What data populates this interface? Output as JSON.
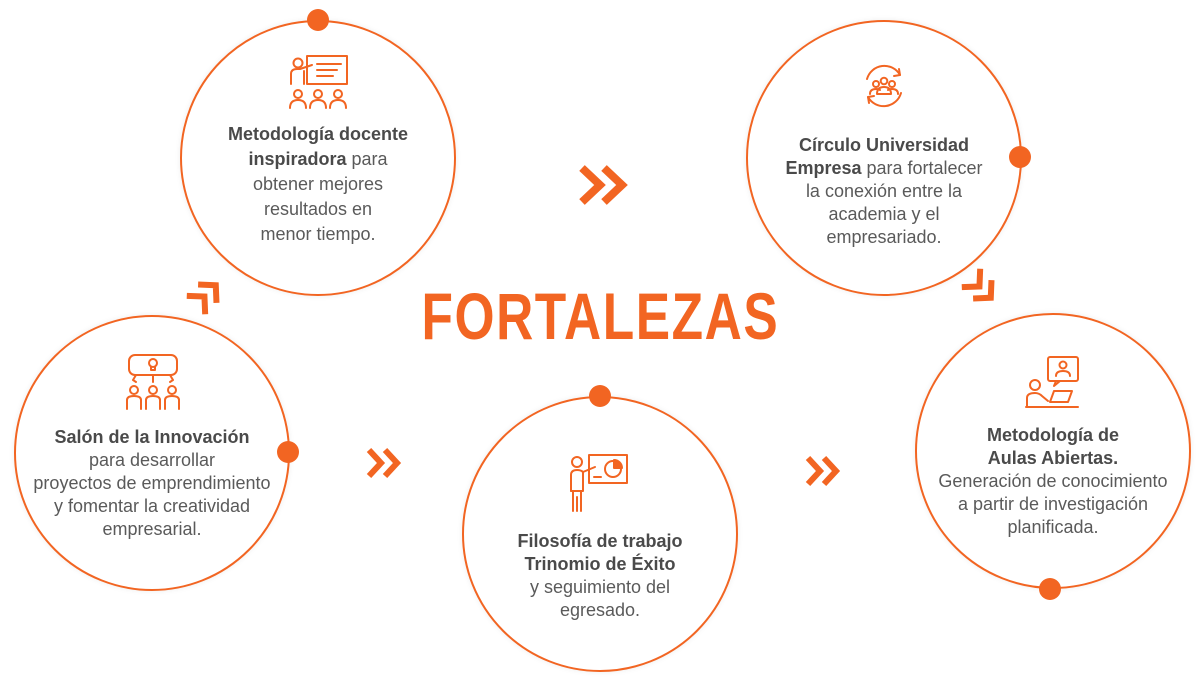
{
  "title": "FORTALEZAS",
  "colors": {
    "accent": "#F26522",
    "text": "#5a5a5a",
    "text_bold": "#4a4a4a",
    "background": "#ffffff"
  },
  "connectors": [
    "double-chevron-up-right-icon",
    "double-chevron-right-icon",
    "double-chevron-down-right-icon",
    "double-chevron-right-icon",
    "double-chevron-right-icon"
  ],
  "circles": [
    {
      "icon": "teacher-presentation-icon",
      "lines": [
        {
          "bold": "Metodología docente"
        },
        {
          "bold": "inspiradora",
          "text": " para"
        },
        {
          "text": "obtener mejores"
        },
        {
          "text": "resultados en"
        },
        {
          "text": "menor tiempo."
        }
      ]
    },
    {
      "icon": "team-cycle-icon",
      "lines": [
        {
          "bold": "Círculo Universidad"
        },
        {
          "bold": "Empresa",
          "text": " para fortalecer"
        },
        {
          "text": "la conexión entre la"
        },
        {
          "text": "academia y el"
        },
        {
          "text": "empresariado."
        }
      ]
    },
    {
      "icon": "idea-team-icon",
      "lines": [
        {
          "bold": "Salón de la Innovación"
        },
        {
          "text": "para desarrollar"
        },
        {
          "text": "proyectos de emprendimiento"
        },
        {
          "text": "y fomentar la creatividad"
        },
        {
          "text": "empresarial."
        }
      ]
    },
    {
      "icon": "presenter-chart-icon",
      "lines": [
        {
          "bold": "Filosofía de trabajo"
        },
        {
          "bold": "Trinomio de Éxito"
        },
        {
          "text": "y seguimiento del"
        },
        {
          "text": "egresado."
        }
      ]
    },
    {
      "icon": "online-class-icon",
      "lines": [
        {
          "bold": "Metodología de"
        },
        {
          "bold": "Aulas Abiertas."
        },
        {
          "text": "Generación de conocimiento"
        },
        {
          "text": "a partir de investigación"
        },
        {
          "text": "planificada."
        }
      ]
    }
  ]
}
